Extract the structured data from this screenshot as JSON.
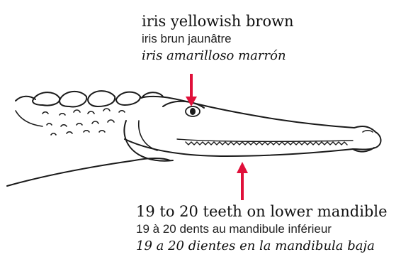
{
  "iris_label": {
    "en": "iris yellowish brown",
    "fr": "iris brun jaunâtre",
    "es": "iris amarilloso marrón"
  },
  "teeth_label": {
    "en": "19 to 20 teeth on lower mandible",
    "fr": "19 à 20 dents au mandibule inférieur",
    "es": "19 a 20 dientes en la mandibula baja"
  },
  "colors": {
    "arrow": "#e0103a",
    "outline": "#1a1a1a"
  }
}
